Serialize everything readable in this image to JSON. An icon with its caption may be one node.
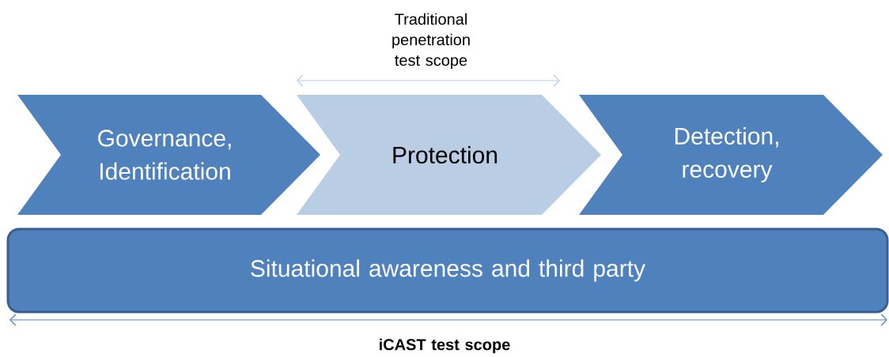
{
  "diagram": {
    "nodes": [
      {
        "text": [
          "Governance, Identification"
        ]
      },
      {
        "text": [
          "Protection"
        ]
      },
      {
        "text": [
          "Detection, recovery"
        ]
      },
      {
        "text": [
          "Situational awareness and third party"
        ]
      }
    ],
    "labels": [
      "Traditional penetration test scope",
      "iCAST test scope"
    ]
  }
}
